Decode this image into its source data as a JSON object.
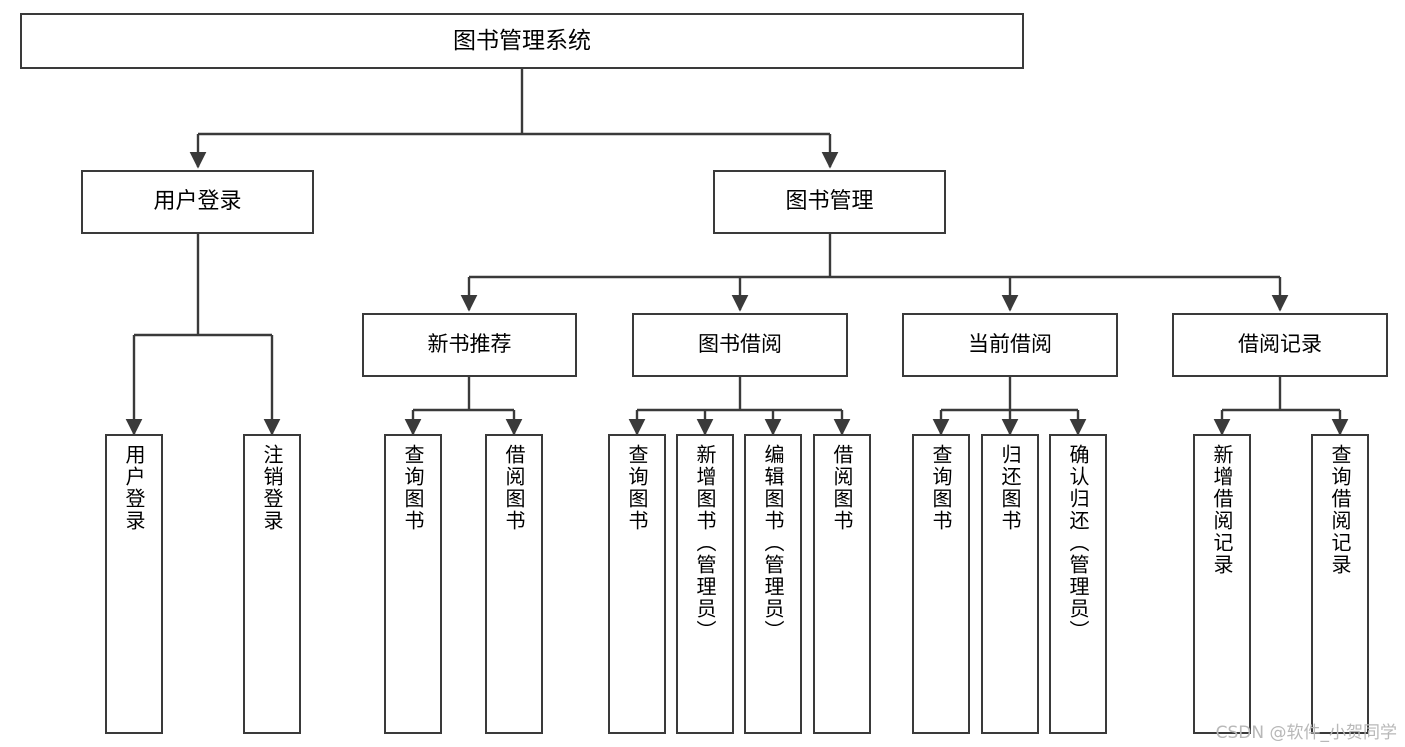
{
  "diagram": {
    "title": "图书管理系统",
    "type": "tree-hierarchy-chart",
    "watermark": "CSDN @软件_小贺同学",
    "colors": {
      "border": "#3a3a3a",
      "background": "#ffffff",
      "text": "#000000",
      "watermark": "#b8b8b8"
    },
    "nodes": {
      "root": {
        "label": "图书管理系统"
      },
      "level2": [
        {
          "id": "user-login",
          "label": "用户登录"
        },
        {
          "id": "book-management",
          "label": "图书管理"
        }
      ],
      "level3": [
        {
          "id": "new-book-recommend",
          "label": "新书推荐"
        },
        {
          "id": "book-borrow",
          "label": "图书借阅"
        },
        {
          "id": "current-borrow",
          "label": "当前借阅"
        },
        {
          "id": "borrow-record",
          "label": "借阅记录"
        }
      ],
      "leaves": {
        "user_login": [
          {
            "id": "leaf-user-login",
            "label": "用户登录"
          },
          {
            "id": "leaf-logout-login",
            "label": "注销登录"
          }
        ],
        "new_book_recommend": [
          {
            "id": "leaf-query-book-1",
            "label": "查询图书"
          },
          {
            "id": "leaf-borrow-book-1",
            "label": "借阅图书"
          }
        ],
        "book_borrow": [
          {
            "id": "leaf-query-book-2",
            "label": "查询图书"
          },
          {
            "id": "leaf-add-book",
            "label": "新增图书（管理员）"
          },
          {
            "id": "leaf-edit-book",
            "label": "编辑图书（管理员）"
          },
          {
            "id": "leaf-borrow-book-2",
            "label": "借阅图书"
          }
        ],
        "current_borrow": [
          {
            "id": "leaf-query-book-3",
            "label": "查询图书"
          },
          {
            "id": "leaf-return-book",
            "label": "归还图书"
          },
          {
            "id": "leaf-confirm-return",
            "label": "确认归还（管理员）"
          }
        ],
        "borrow_record": [
          {
            "id": "leaf-add-record",
            "label": "新增借阅记录"
          },
          {
            "id": "leaf-query-record",
            "label": "查询借阅记录"
          }
        ]
      }
    }
  }
}
